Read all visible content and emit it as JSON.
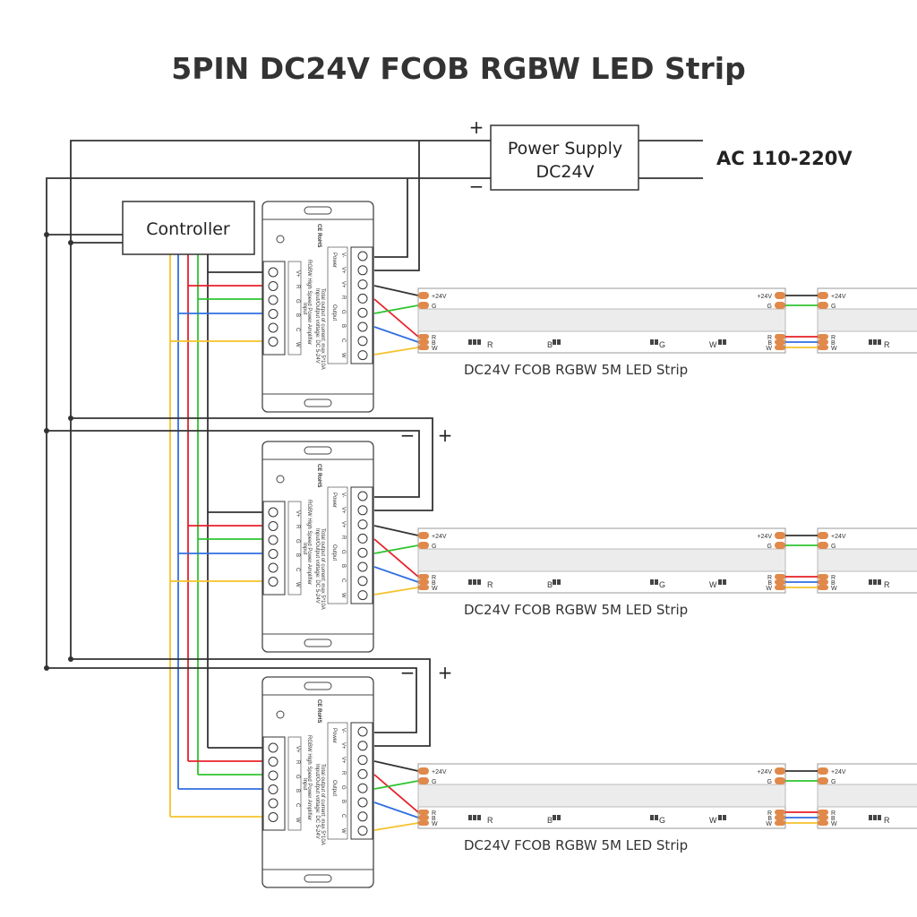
{
  "title": "5PIN DC24V FCOB RGBW LED Strip",
  "power_supply": {
    "line1": "Power Supply",
    "line2": "DC24V",
    "plus": "+",
    "minus": "−"
  },
  "mains": "AC 110-220V",
  "controller": "Controller",
  "amplifier": {
    "name": "RGBW High Speed Power Amplifier",
    "spec1": "Input/Output voltage: DC 5-24V",
    "spec2": "Total output of current: max 5*10A",
    "certs": "CE RoHS",
    "input_label": "Input",
    "output_label": "Output",
    "power_label": "Power",
    "input_terminals": [
      "V+",
      "R",
      "G",
      "B",
      "C",
      "W"
    ],
    "output_terminals": [
      "V-",
      "V+",
      "V+",
      "R",
      "G",
      "B",
      "C",
      "W"
    ]
  },
  "amp_power_marks": {
    "minus": "−",
    "plus": "+"
  },
  "strip": {
    "label": "DC24V FCOB RGBW 5M LED Strip",
    "pads_top": [
      "+24V",
      "G"
    ],
    "pads_bottom": [
      "R",
      "B",
      "W"
    ],
    "segment_marks": [
      "R",
      "B",
      "G",
      "W",
      "R"
    ]
  },
  "colors": {
    "red": "#e8202a",
    "green": "#2fc42f",
    "blue": "#2f6fe0",
    "yellow": "#f5c22a",
    "black": "#333333",
    "pad": "#e0894a"
  },
  "units": 3
}
